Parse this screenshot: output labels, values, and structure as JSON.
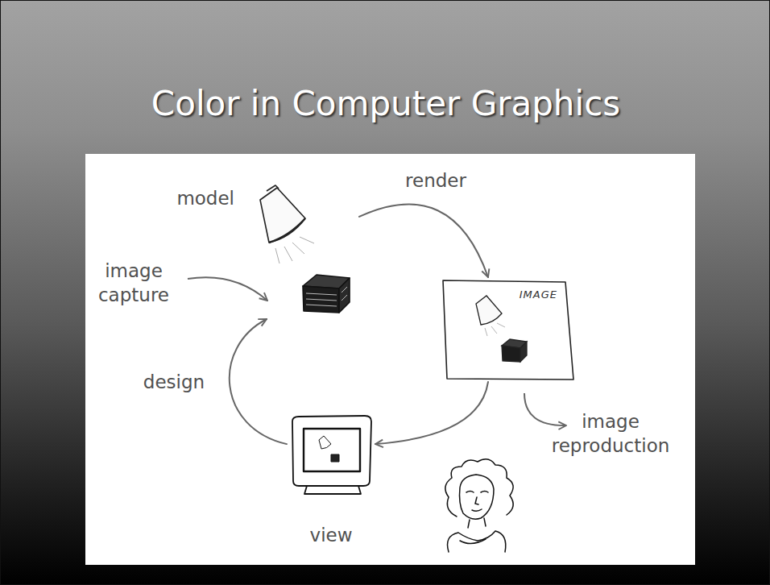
{
  "diagram": {
    "title": "Color in Computer Graphics",
    "nodes": [
      {
        "text": [
          "model"
        ]
      },
      {
        "text": [
          "IMAGE"
        ]
      },
      {
        "text": [
          "view"
        ]
      }
    ],
    "edges": [
      {
        "from": 0,
        "to": 1,
        "label": "render",
        "arrow": "to"
      },
      {
        "from": 1,
        "to": 2,
        "arrow": "to"
      },
      {
        "from": 2,
        "to": 0,
        "label": "design",
        "arrow": "to"
      }
    ],
    "labels": [
      "image capture",
      "image reproduction"
    ]
  }
}
